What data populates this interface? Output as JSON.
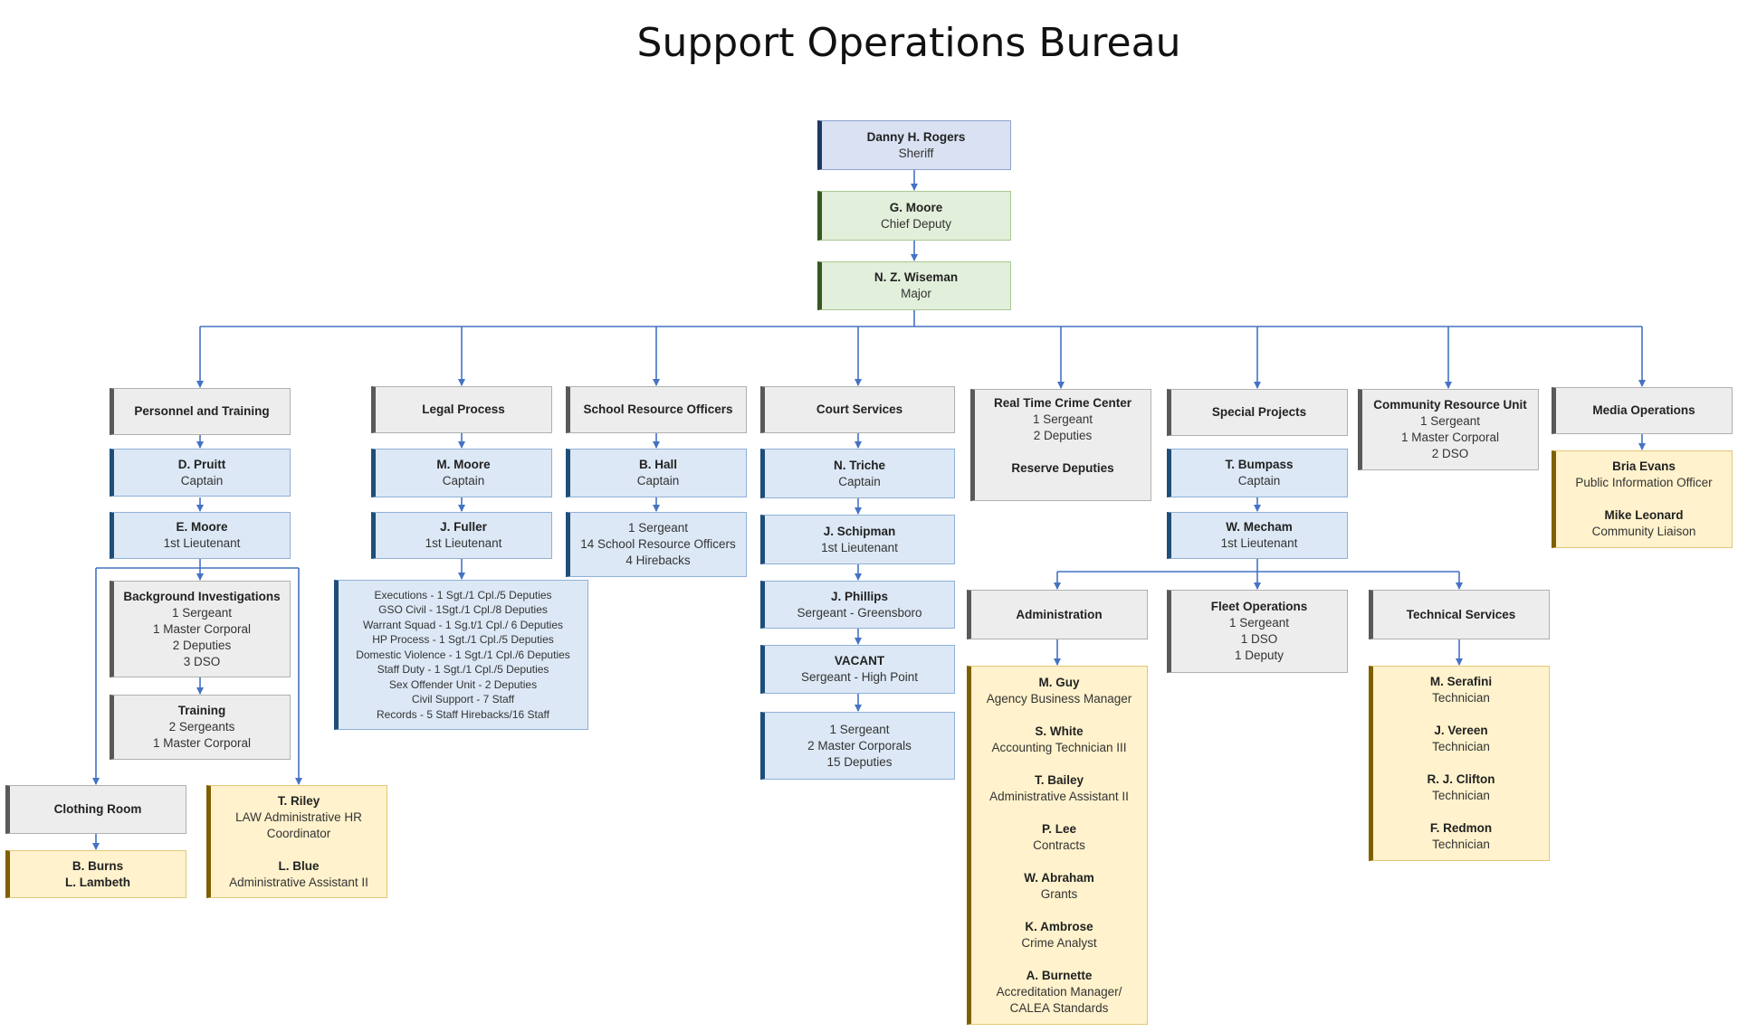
{
  "title": "Support Operations Bureau",
  "command": [
    {
      "name": "Danny H. Rogers",
      "role": "Sheriff"
    },
    {
      "name": "G. Moore",
      "role": "Chief Deputy"
    },
    {
      "name": "N. Z. Wiseman",
      "role": "Major"
    }
  ],
  "units": {
    "personnel": {
      "header": "Personnel and Training",
      "captain": {
        "name": "D. Pruitt",
        "role": "Captain"
      },
      "lieutenant": {
        "name": "E. Moore",
        "role": "1st Lieutenant"
      },
      "background": {
        "name": "Background Investigations",
        "lines": [
          "1 Sergeant",
          "1 Master Corporal",
          "2 Deputies",
          "3 DSO"
        ]
      },
      "training": {
        "name": "Training",
        "lines": [
          "2 Sergeants",
          "1 Master Corporal"
        ]
      },
      "clothing": {
        "header": "Clothing Room",
        "staff": [
          "B. Burns",
          "L. Lambeth"
        ]
      },
      "hr": [
        {
          "name": "T. Riley",
          "role1": "LAW Administrative HR",
          "role2": "Coordinator"
        },
        {
          "name": "L. Blue",
          "role": "Administrative Assistant II"
        }
      ]
    },
    "legal": {
      "header": "Legal Process",
      "captain": {
        "name": "M. Moore",
        "role": "Captain"
      },
      "lieutenant": {
        "name": "J. Fuller",
        "role": "1st Lieutenant"
      },
      "details": [
        "Executions - 1 Sgt./1 Cpl./5 Deputies",
        "GSO Civil - 1Sgt./1 Cpl./8 Deputies",
        "Warrant Squad - 1 Sg.t/1 Cpl./ 6 Deputies",
        "HP Process - 1 Sgt./1 Cpl./5 Deputies",
        "Domestic Violence - 1 Sgt./1 Cpl./6 Deputies",
        "Staff Duty - 1 Sgt./1 Cpl./5 Deputies",
        "Sex Offender Unit - 2 Deputies",
        "Civil Support - 7 Staff",
        "Records - 5 Staff Hirebacks/16 Staff"
      ]
    },
    "sro": {
      "header": "School Resource Officers",
      "captain": {
        "name": "B. Hall",
        "role": "Captain"
      },
      "details": [
        "1 Sergeant",
        "14 School Resource Officers",
        "4 Hirebacks"
      ]
    },
    "court": {
      "header": "Court Services",
      "captain": {
        "name": "N. Triche",
        "role": "Captain"
      },
      "lieutenant": {
        "name": "J. Schipman",
        "role": "1st Lieutenant"
      },
      "sgt1": {
        "name": "J. Phillips",
        "role": "Sergeant - Greensboro"
      },
      "sgt2": {
        "name": "VACANT",
        "role": "Sergeant - High Point"
      },
      "details": [
        "1 Sergeant",
        "2 Master Corporals",
        "15 Deputies"
      ]
    },
    "rtcc": {
      "header": "Real Time Crime Center",
      "lines": [
        "1 Sergeant",
        "2 Deputies"
      ],
      "extra": "Reserve Deputies"
    },
    "special": {
      "header": "Special Projects",
      "captain": {
        "name": "T. Bumpass",
        "role": "Captain"
      },
      "lieutenant": {
        "name": "W. Mecham",
        "role": "1st Lieutenant"
      },
      "admin": {
        "header": "Administration",
        "staff": [
          {
            "name": "M. Guy",
            "role": "Agency Business Manager"
          },
          {
            "name": "S. White",
            "role": "Accounting Technician III"
          },
          {
            "name": "T. Bailey",
            "role": "Administrative Assistant II"
          },
          {
            "name": "P. Lee",
            "role": "Contracts"
          },
          {
            "name": "W. Abraham",
            "role": "Grants"
          },
          {
            "name": "K. Ambrose",
            "role": "Crime Analyst"
          },
          {
            "name": "A. Burnette",
            "role": "Accreditation Manager/",
            "role2": "CALEA Standards"
          }
        ]
      },
      "fleet": {
        "header": "Fleet Operations",
        "lines": [
          "1 Sergeant",
          "1 DSO",
          "1 Deputy"
        ]
      },
      "tech": {
        "header": "Technical Services",
        "staff": [
          {
            "name": "M. Serafini",
            "role": "Technician"
          },
          {
            "name": "J. Vereen",
            "role": "Technician"
          },
          {
            "name": "R. J. Clifton",
            "role": "Technician"
          },
          {
            "name": "F. Redmon",
            "role": "Technician"
          }
        ]
      }
    },
    "community": {
      "header": "Community Resource Unit",
      "lines": [
        "1 Sergeant",
        "1 Master Corporal",
        "2 DSO"
      ]
    },
    "media": {
      "header": "Media Operations",
      "staff": [
        {
          "name": "Bria Evans",
          "role": "Public Information Officer"
        },
        {
          "name": "Mike Leonard",
          "role": "Community Liaison"
        }
      ]
    }
  }
}
